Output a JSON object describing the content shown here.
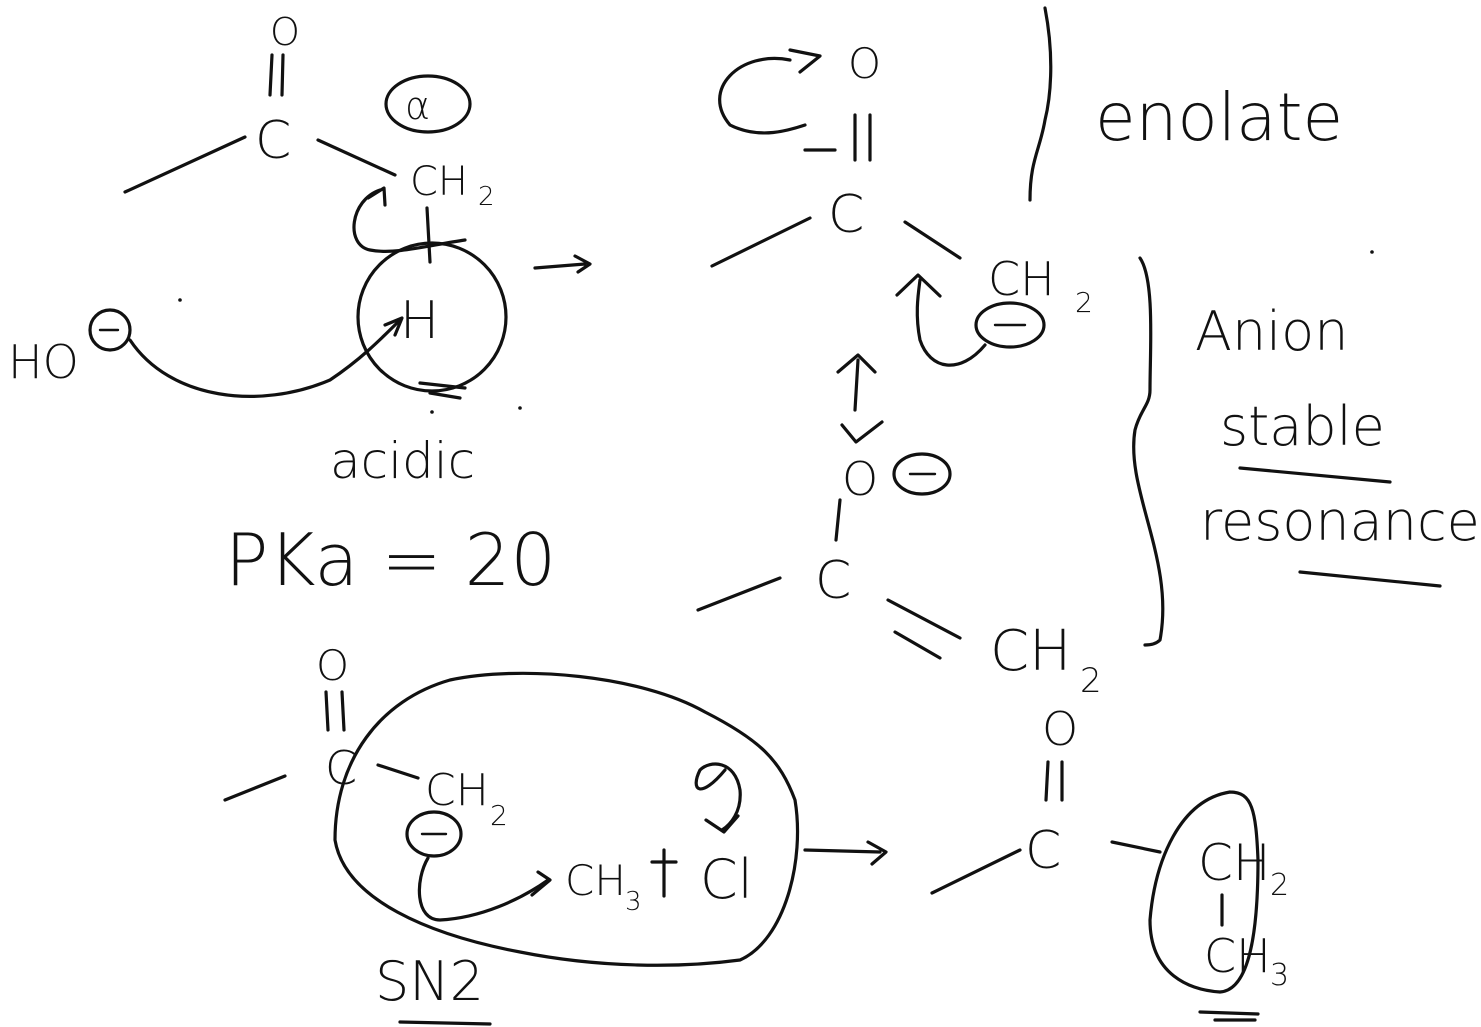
{
  "colors": {
    "background": "#ffffff",
    "ink": "#111111"
  },
  "left_top": {
    "oxygen": "O",
    "carbon": "C",
    "alpha": "α",
    "ch2": "CH",
    "ch2_sub": "2",
    "hydrogen": "H",
    "hydroxide": "HO",
    "acid_word": "acidic",
    "pka": "PKa = 20"
  },
  "middle_top": {
    "oxygen": "O",
    "carbon": "C",
    "ch2": "CH",
    "ch2_sub": "2",
    "enolate": "enolate"
  },
  "middle": {
    "oxygen": "O",
    "carbon": "C",
    "ch2": "CH",
    "ch2_sub": "2"
  },
  "right_notes": {
    "anion": "Anion",
    "stable": "stable",
    "resonance": "resonance"
  },
  "bottom_left": {
    "oxygen": "O",
    "carbon": "C",
    "ch2": "CH",
    "ch2_sub": "2",
    "ch3": "CH",
    "ch3_sub": "3",
    "chloride": "Cl",
    "mechanism": "SN2"
  },
  "bottom_right": {
    "oxygen": "O",
    "carbon": "C",
    "ch2": "CH",
    "ch2_sub": "2",
    "ch3": "CH",
    "ch3_sub": "3"
  }
}
